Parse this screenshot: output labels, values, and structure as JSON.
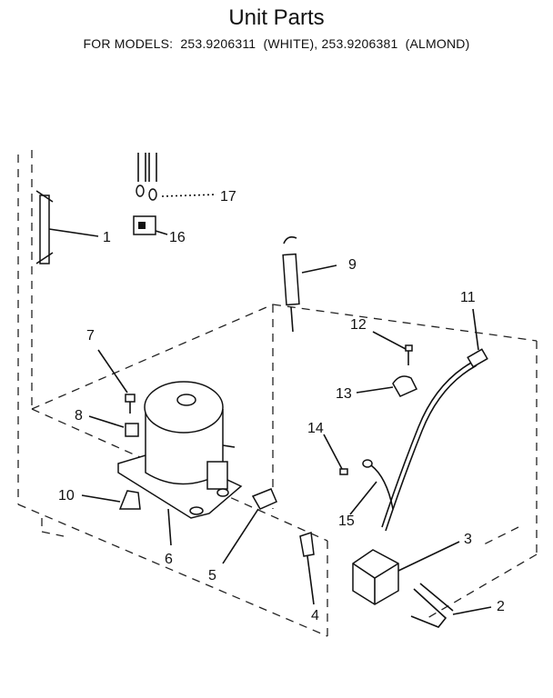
{
  "header": {
    "title": "Unit Parts",
    "models_line": "FOR MODELS:  253.9206311  (WHITE), 253.9206381  (ALMOND)"
  },
  "callouts": [
    {
      "id": "c1",
      "label": "1"
    },
    {
      "id": "c2",
      "label": "2"
    },
    {
      "id": "c3",
      "label": "3"
    },
    {
      "id": "c4",
      "label": "4"
    },
    {
      "id": "c5",
      "label": "5"
    },
    {
      "id": "c6",
      "label": "6"
    },
    {
      "id": "c7",
      "label": "7"
    },
    {
      "id": "c8",
      "label": "8"
    },
    {
      "id": "c9",
      "label": "9"
    },
    {
      "id": "c10",
      "label": "10"
    },
    {
      "id": "c11",
      "label": "11"
    },
    {
      "id": "c12",
      "label": "12"
    },
    {
      "id": "c13",
      "label": "13"
    },
    {
      "id": "c14",
      "label": "14"
    },
    {
      "id": "c15",
      "label": "15"
    },
    {
      "id": "c16",
      "label": "16"
    },
    {
      "id": "c17",
      "label": "17"
    }
  ]
}
